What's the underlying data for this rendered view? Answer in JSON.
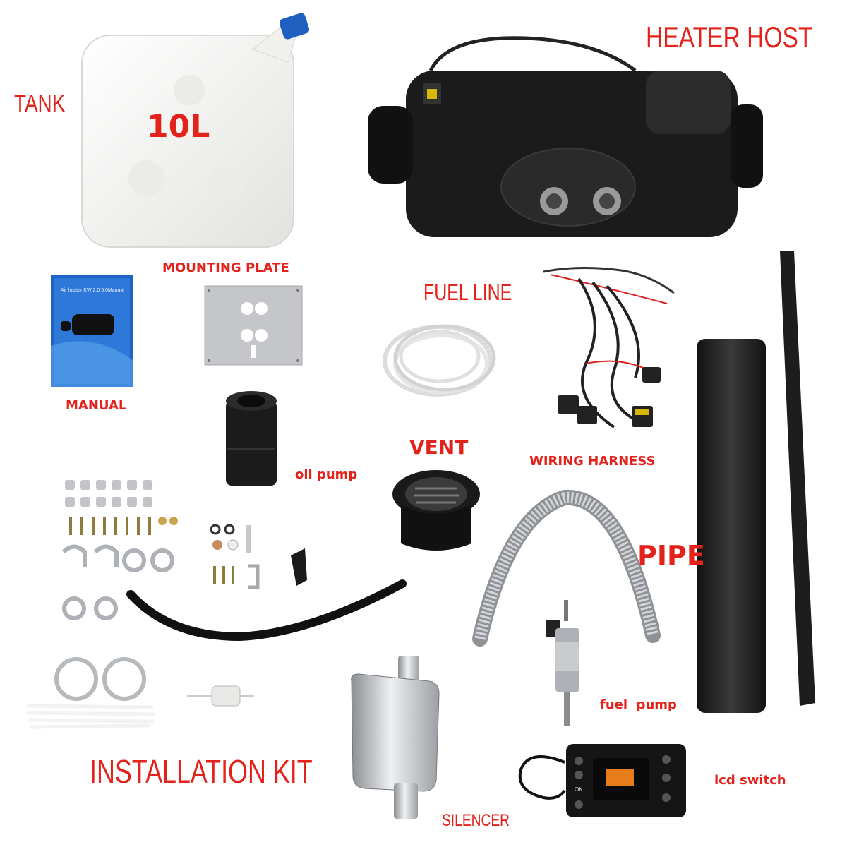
{
  "labels": {
    "tank": "TANK",
    "tank_volume": "10L",
    "heater_host": "HEATER HOST",
    "mounting_plate": "MOUNTING PLATE",
    "fuel_line": "FUEL LINE",
    "manual": "MANUAL",
    "oil_pump": "oil pump",
    "vent": "VENT",
    "wiring_harness": "WIRING HARNESS",
    "pipe": "PIPE",
    "fuel_pump": "fuel  pump",
    "installation_kit": "INSTALLATION KIT",
    "silencer": "SILENCER",
    "lcd_switch": "lcd switch"
  },
  "manual_cover": {
    "title": "Air heater KW 2.0 5.0Manual"
  },
  "lcd_switch": {
    "ok_label": "OK"
  },
  "colors": {
    "label_red": "#e3221b",
    "tank_white": "#f4f4f2",
    "cap_blue": "#1f5fbf",
    "heater_black": "#1b1b1b",
    "manual_blue": "#1e63c6",
    "metal": "#b9bcc0"
  }
}
